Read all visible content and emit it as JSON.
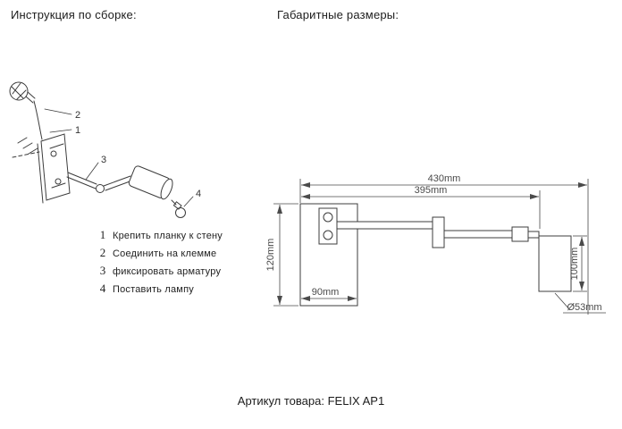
{
  "page": {
    "instructions_title": "Инструкция по сборке:",
    "dimensions_title": "Габаритные размеры:",
    "article_label": "Артикул товара: FELIX AP1"
  },
  "assembly": {
    "steps": [
      {
        "num": "1",
        "text": "Крепить планку к стену"
      },
      {
        "num": "2",
        "text": "Соединить на клемме"
      },
      {
        "num": "3",
        "text": "фиксировать арматуру"
      },
      {
        "num": "4",
        "text": "Поставить лампу"
      }
    ],
    "callouts": [
      "1",
      "2",
      "3",
      "4"
    ]
  },
  "dimensions": {
    "overall_length": "430mm",
    "arm_length": "395mm",
    "backplate_height": "120mm",
    "backplate_width": "90mm",
    "shade_height": "100mm",
    "shade_diameter": "Ø53mm"
  },
  "colors": {
    "line": "#3c3c3c",
    "dim_line": "#4a4a4a",
    "text": "#1c1c1c"
  }
}
